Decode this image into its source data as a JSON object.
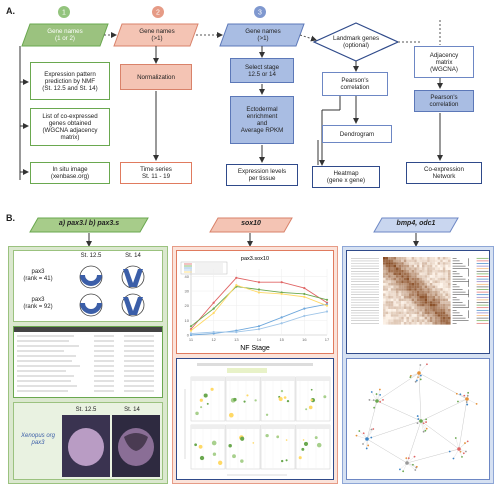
{
  "labels": {
    "panel_a": "A.",
    "panel_b": "B."
  },
  "steps": [
    "1",
    "2",
    "3"
  ],
  "column1": {
    "header": "Gene names\n(1 or 2)",
    "items": [
      "Expression pattern\nprediction by NMF\n(St. 12.5 and St. 14)",
      "List of co-expressed\ngenes obtained\n(WGCNA adjacency\nmatrix)",
      "In situ image\n(xenbase.org)"
    ]
  },
  "column2": {
    "header": "Gene names\n(>1)",
    "items": [
      "Normalization",
      "Time series\nSt. 11 - 19"
    ]
  },
  "column3": {
    "header": "Gene names\n(>1)",
    "items": [
      "Select stage\n12.5 or 14",
      "Ectodermal\nenrichment\nand\nAverage RPKM",
      "Expression levels\nper tissue"
    ]
  },
  "landmark": {
    "diamond": "Landmark genes\n(optional)",
    "pearson": "Pearson's\ncorrelation",
    "dendrogram": "Dendrogram",
    "heatmap": "Heatmap\n(gene x gene)"
  },
  "column5": {
    "adjacency": "Adjacency\nmatrix\n(WGCNA)",
    "pearson": "Pearson's\ncorrelation",
    "network": "Co-expression\nNetwork"
  },
  "panel_b": {
    "gene1": "a) pax3.l  b) pax3.s",
    "gene2": "sox10",
    "gene3": "bmp4, odc1",
    "embryo_stages": [
      "St. 12.5",
      "St. 14"
    ],
    "embryo_rows": [
      "pax3\n(rank = 41)",
      "pax3\n(rank = 92)"
    ],
    "insitu_caption": "Xenopus org\npax3",
    "insitu_stages": [
      "St. 12.5",
      "St. 14"
    ],
    "chart_title": "pax3.sox10",
    "chart_xlabel": "NF Stage",
    "chart_ticks_x": [
      "11",
      "12",
      "13",
      "14",
      "15",
      "16",
      "17"
    ],
    "chart_ticks_y": [
      "40",
      "30",
      "20",
      "10",
      "0"
    ]
  },
  "chart_data": {
    "type": "line",
    "title": "pax3.sox10",
    "xlabel": "NF Stage",
    "ylabel": "",
    "x": [
      11,
      12,
      13,
      14,
      15,
      16,
      17
    ],
    "ylim": [
      0,
      45
    ],
    "series": [
      {
        "color": "#e06666",
        "values": [
          4,
          22,
          39,
          36,
          36,
          32,
          22
        ]
      },
      {
        "color": "#6aa84f",
        "values": [
          6,
          18,
          33,
          31,
          29,
          28,
          24
        ]
      },
      {
        "color": "#6fa8dc",
        "values": [
          0,
          1,
          3,
          6,
          12,
          18,
          21
        ]
      },
      {
        "color": "#9fc5e8",
        "values": [
          1,
          2,
          2,
          4,
          8,
          13,
          16
        ]
      },
      {
        "color": "#ffd966",
        "values": [
          3,
          15,
          34,
          29,
          28,
          26,
          20
        ]
      }
    ]
  }
}
